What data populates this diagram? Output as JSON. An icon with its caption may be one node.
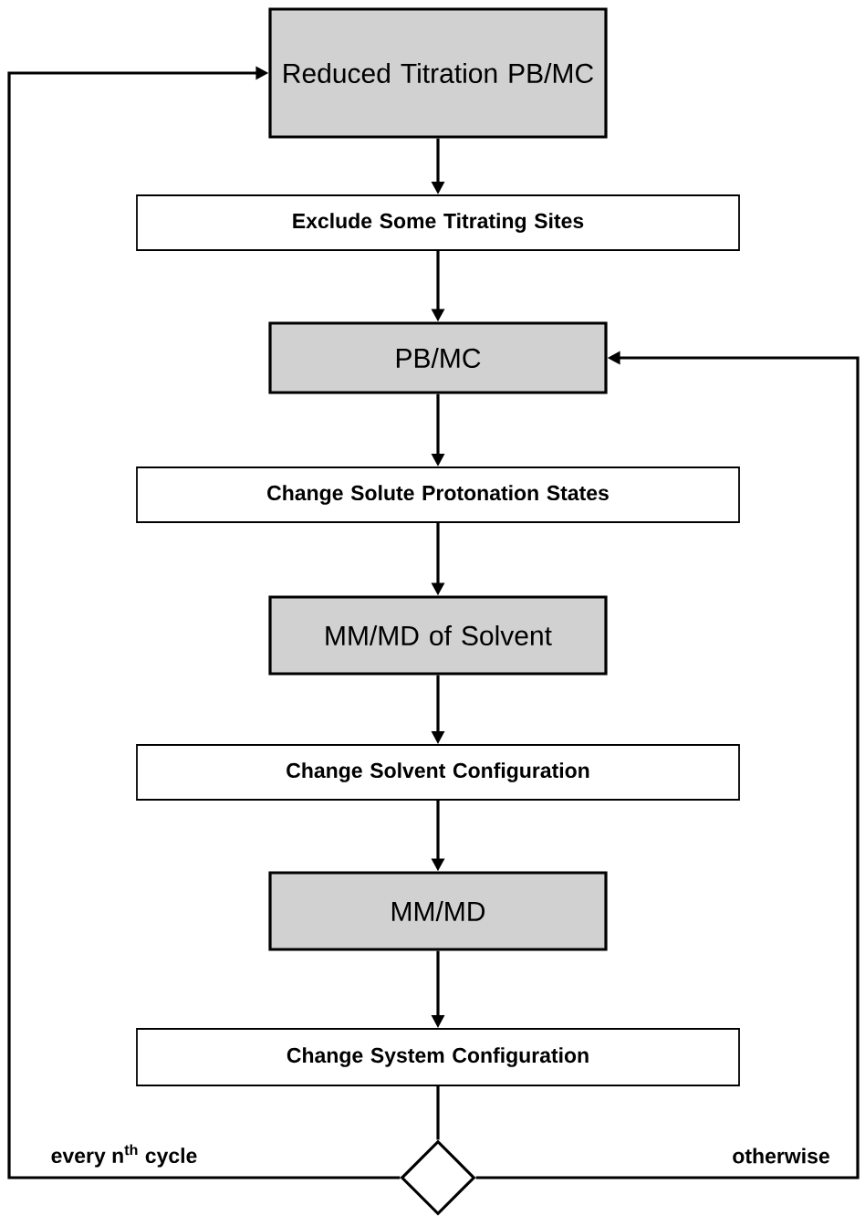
{
  "diagram": {
    "nodes": [
      {
        "text": [
          "Reduced Titration PB/MC"
        ]
      },
      {
        "text": [
          "Exclude Some Titrating Sites"
        ]
      },
      {
        "text": [
          "PB/MC"
        ]
      },
      {
        "text": [
          "Change Solute Protonation States"
        ]
      },
      {
        "text": [
          "MM/MD of Solvent"
        ]
      },
      {
        "text": [
          "Change Solvent Configuration"
        ]
      },
      {
        "text": [
          "MM/MD"
        ]
      },
      {
        "text": [
          "Change System Configuration"
        ]
      },
      {
        "text": [],
        "shape": "diamond"
      }
    ],
    "edges": [
      {
        "from": 0,
        "to": 1,
        "arrow": "to"
      },
      {
        "from": 1,
        "to": 2,
        "arrow": "to"
      },
      {
        "from": 2,
        "to": 3,
        "arrow": "to"
      },
      {
        "from": 3,
        "to": 4,
        "arrow": "to"
      },
      {
        "from": 4,
        "to": 5,
        "arrow": "to"
      },
      {
        "from": 5,
        "to": 6,
        "arrow": "to"
      },
      {
        "from": 6,
        "to": 7,
        "arrow": "to"
      },
      {
        "from": 7,
        "to": 8,
        "arrow": "none"
      },
      {
        "from": 8,
        "to": 0,
        "arrow": "to",
        "label": "every n$^{th}$ cycle"
      },
      {
        "from": 8,
        "to": 2,
        "arrow": "to",
        "label": "otherwise"
      }
    ]
  }
}
